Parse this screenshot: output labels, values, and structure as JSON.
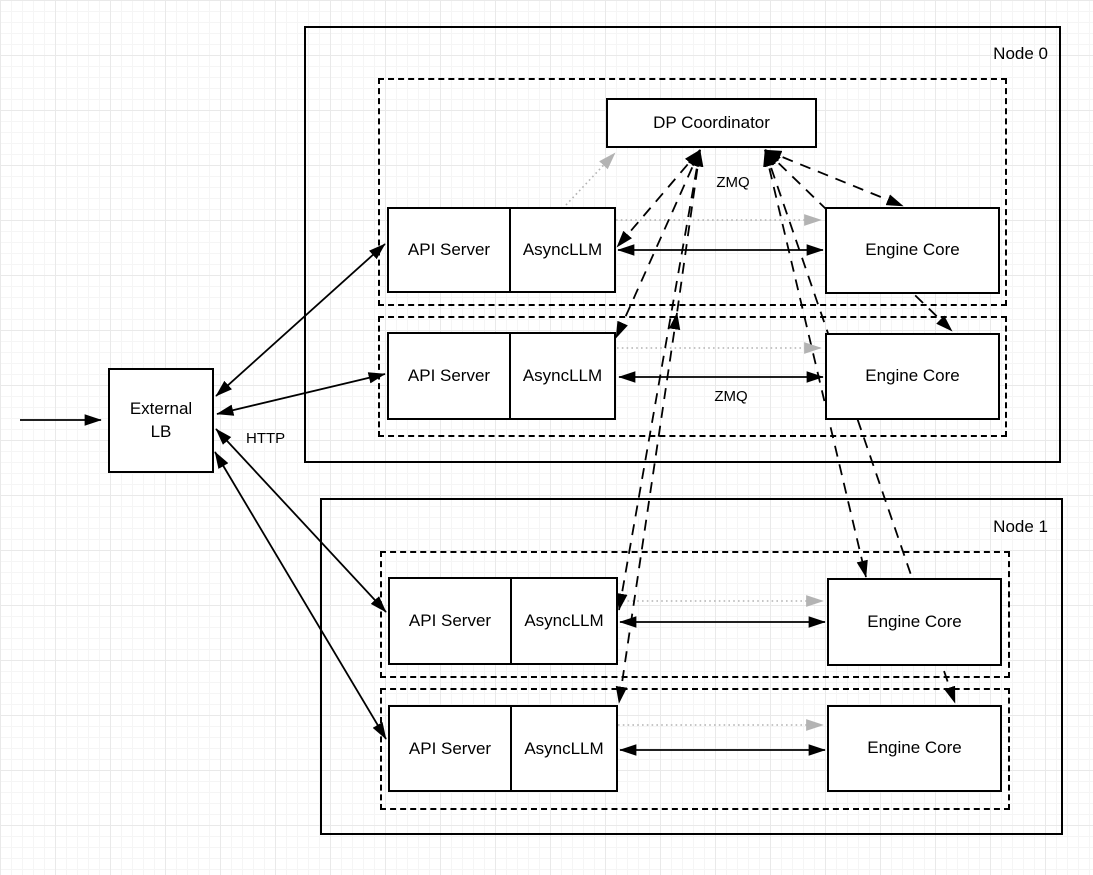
{
  "diagram": {
    "external_lb": {
      "line1": "External",
      "line2": "LB"
    },
    "dp_coordinator": {
      "label": "DP Coordinator"
    },
    "nodes": [
      {
        "label": "Node 0"
      },
      {
        "label": "Node 1"
      }
    ],
    "rows": [
      {
        "api": "API Server",
        "asyncllm": "AsyncLLM",
        "engine": "Engine Core"
      },
      {
        "api": "API Server",
        "asyncllm": "AsyncLLM",
        "engine": "Engine Core"
      },
      {
        "api": "API Server",
        "asyncllm": "AsyncLLM",
        "engine": "Engine Core"
      },
      {
        "api": "API Server",
        "asyncllm": "AsyncLLM",
        "engine": "Engine Core"
      }
    ],
    "edge_labels": {
      "http": "HTTP",
      "zmq_coordinator": "ZMQ",
      "zmq_engine": "ZMQ"
    },
    "colors": {
      "stroke": "#000000",
      "gray_link": "#b3b3b3",
      "box_fill": "#ffffff"
    }
  }
}
